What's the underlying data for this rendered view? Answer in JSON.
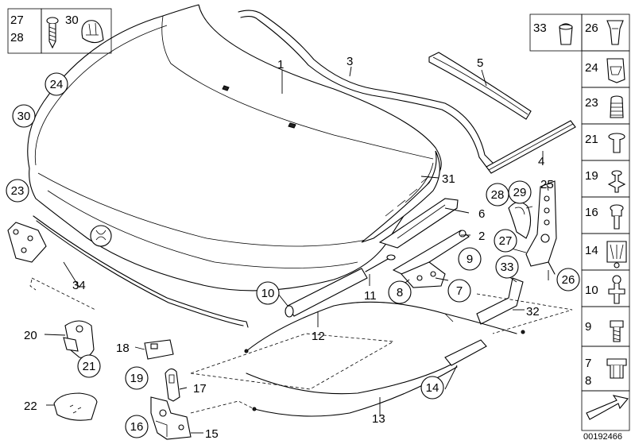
{
  "labels": {
    "l1": "1",
    "l2": "2",
    "l3": "3",
    "l4": "4",
    "l5": "5",
    "l6": "6",
    "l7": "7",
    "l8": "8",
    "l9": "9",
    "l10": "10",
    "l11": "11",
    "l12": "12",
    "l13": "13",
    "l14": "14",
    "l15": "15",
    "l16": "16",
    "l17": "17",
    "l18": "18",
    "l19": "19",
    "l20": "20",
    "l21": "21",
    "l22": "22",
    "l23": "23",
    "l24": "24",
    "l25": "25",
    "l26": "26",
    "l27": "27",
    "l28": "28",
    "l29": "29",
    "l30": "30",
    "l31": "31",
    "l32": "32",
    "l33": "33",
    "l34": "34"
  },
  "side_panel": {
    "p33": "33",
    "p26": "26",
    "p24": "24",
    "p23": "23",
    "p21": "21",
    "p19": "19",
    "p16": "16",
    "p14": "14",
    "p10": "10",
    "p9": "9",
    "p7": "7",
    "p8": "8"
  },
  "top_left_box": {
    "a": "27",
    "b": "28",
    "c": "30"
  },
  "doc_number": "00192466"
}
